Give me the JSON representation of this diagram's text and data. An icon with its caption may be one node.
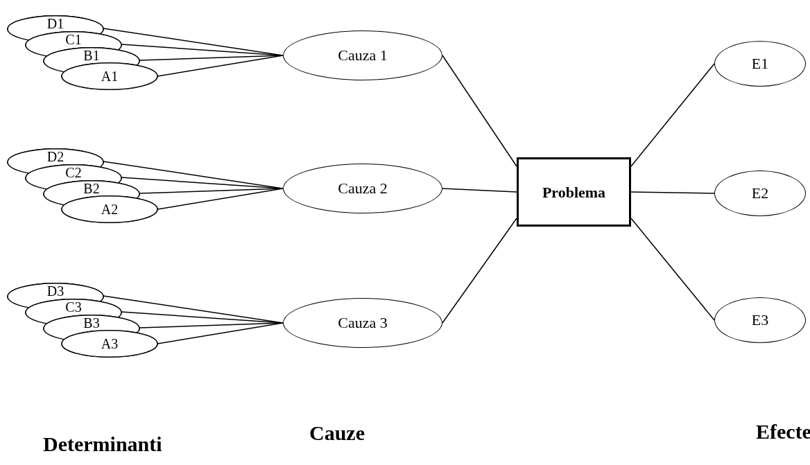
{
  "diagram": {
    "nodes": [
      {
        "text": [
          "D1"
        ]
      },
      {
        "text": [
          "C1"
        ]
      },
      {
        "text": [
          "B1"
        ]
      },
      {
        "text": [
          "A1"
        ]
      },
      {
        "text": [
          "Cauza 1"
        ]
      },
      {
        "text": [
          "D2"
        ]
      },
      {
        "text": [
          "C2"
        ]
      },
      {
        "text": [
          "B2"
        ]
      },
      {
        "text": [
          "A2"
        ]
      },
      {
        "text": [
          "Cauza 2"
        ]
      },
      {
        "text": [
          "D3"
        ]
      },
      {
        "text": [
          "C3"
        ]
      },
      {
        "text": [
          "B3"
        ]
      },
      {
        "text": [
          "A3"
        ]
      },
      {
        "text": [
          "Cauza 3"
        ]
      },
      {
        "text": [
          "Problema"
        ]
      },
      {
        "text": [
          "E1"
        ]
      },
      {
        "text": [
          "E2"
        ]
      },
      {
        "text": [
          "E3"
        ]
      }
    ],
    "edges": [
      {
        "from": 0,
        "to": 4,
        "arrow": "none"
      },
      {
        "from": 1,
        "to": 4,
        "arrow": "none"
      },
      {
        "from": 2,
        "to": 4,
        "arrow": "none"
      },
      {
        "from": 3,
        "to": 4,
        "arrow": "none"
      },
      {
        "from": 5,
        "to": 9,
        "arrow": "none"
      },
      {
        "from": 6,
        "to": 9,
        "arrow": "none"
      },
      {
        "from": 7,
        "to": 9,
        "arrow": "none"
      },
      {
        "from": 8,
        "to": 9,
        "arrow": "none"
      },
      {
        "from": 10,
        "to": 14,
        "arrow": "none"
      },
      {
        "from": 11,
        "to": 14,
        "arrow": "none"
      },
      {
        "from": 12,
        "to": 14,
        "arrow": "none"
      },
      {
        "from": 13,
        "to": 14,
        "arrow": "none"
      },
      {
        "from": 4,
        "to": 15,
        "arrow": "none"
      },
      {
        "from": 9,
        "to": 15,
        "arrow": "none"
      },
      {
        "from": 14,
        "to": 15,
        "arrow": "none"
      },
      {
        "from": 15,
        "to": 16,
        "arrow": "none"
      },
      {
        "from": 15,
        "to": 17,
        "arrow": "none"
      },
      {
        "from": 15,
        "to": 18,
        "arrow": "none"
      }
    ],
    "labels": [
      "Determinanti",
      "Cauze",
      "Efecte"
    ]
  }
}
